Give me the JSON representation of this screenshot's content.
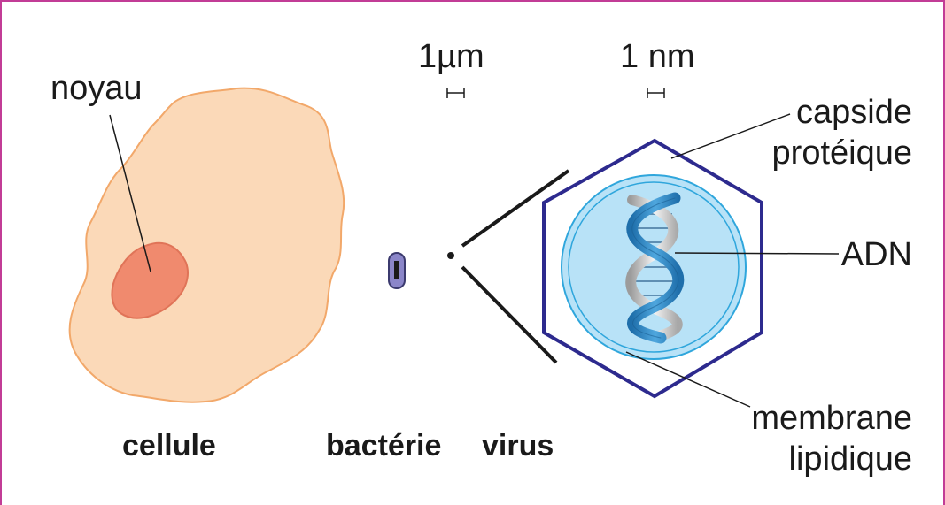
{
  "labels": {
    "nucleus": "noyau",
    "cell": "cellule",
    "bacterium": "bactérie",
    "virus": "virus",
    "scale_micrometer": "1µm",
    "scale_nanometer": "1 nm",
    "capsid_line1": "capside",
    "capsid_line2": "protéique",
    "dna": "ADN",
    "membrane_line1": "membrane",
    "membrane_line2": "lipidique"
  },
  "colors": {
    "frame_border": "#c23c96",
    "cell_fill": "#fbd9b8",
    "cell_stroke": "#f2a86a",
    "nucleus_fill": "#f08a6e",
    "nucleus_stroke": "#e07458",
    "bacterium_fill": "#8b86c9",
    "capsid_stroke": "#2d2a8e",
    "membrane_fill": "#b8e2f7",
    "membrane_stroke": "#2fa6dc",
    "dna_blue": "#2c86c4",
    "text": "#1a1a1a"
  }
}
